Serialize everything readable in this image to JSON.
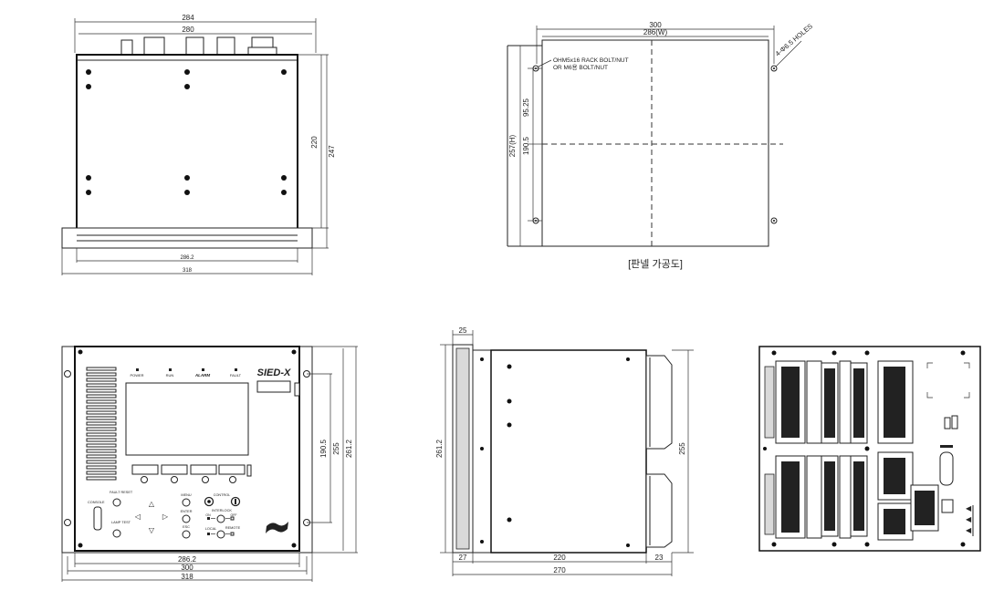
{
  "views": {
    "top": {
      "dims": {
        "overall_top": "284",
        "inner_top": "280",
        "right_inner": "220",
        "right_outer": "247",
        "bottom_inner": "286.2",
        "bottom_outer": "318"
      }
    },
    "panel_cutout": {
      "dims": {
        "top_outer": "300",
        "top_inner": "286(W)",
        "left_outer": "257(H)",
        "left_inner": "190.5",
        "left_half": "95.25"
      },
      "holes_label": "4-Φ6.5 HOLES",
      "bolt_note_1": "OHM5x16 RACK BOLT/NUT",
      "bolt_note_2": "OR M6용 BOLT/NUT",
      "caption": "[판넬 가공도]"
    },
    "front": {
      "leds": [
        "POWER",
        "RUN",
        "ALARM",
        "FAULT"
      ],
      "brand": "SIED-X",
      "buttons": {
        "fault_reset": "FAULT RESET",
        "menu": "MENU",
        "control": "CONTROL",
        "enter": "ENTER",
        "interlock": "INTERLOCK",
        "on": "ON",
        "off": "OFF",
        "esc": "ESC",
        "local": "LOCAL",
        "remote": "REMOTE",
        "lamp_test": "LAMP TEST",
        "console": "CONSOLE"
      },
      "dims": {
        "bottom_1": "286.2",
        "bottom_2": "300",
        "bottom_3": "318",
        "right_1": "190.5",
        "right_2": "255",
        "right_3": "261.2"
      }
    },
    "side": {
      "dims": {
        "top": "25",
        "left": "261.2",
        "right": "255",
        "bottom_left": "27",
        "bottom_mid": "220",
        "bottom_right": "23",
        "bottom_total": "270"
      }
    },
    "rear": {}
  }
}
